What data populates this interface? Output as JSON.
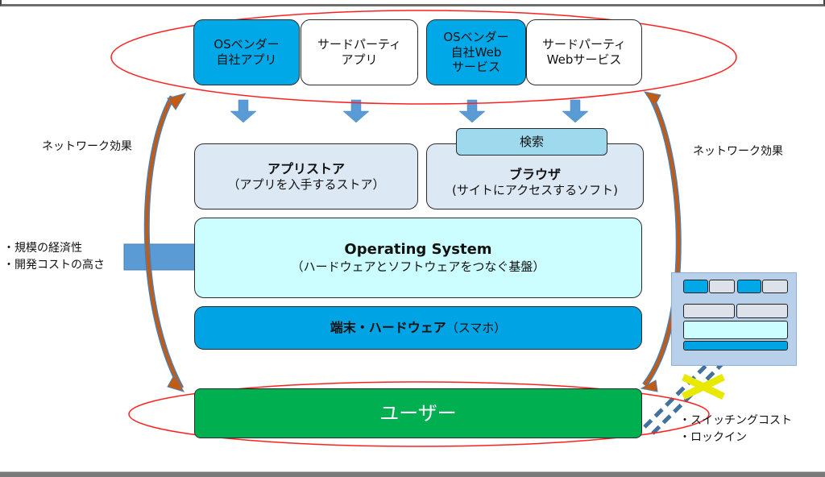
{
  "diagram": {
    "top_apps": [
      {
        "line1": "OSベンダー",
        "line2": "自社アプリ",
        "line3": "",
        "kind": "vendor"
      },
      {
        "line1": "サードパーティ",
        "line2": "アプリ",
        "line3": "",
        "kind": "third"
      },
      {
        "line1": "OSベンダー",
        "line2": "自社Web",
        "line3": "サービス",
        "kind": "vendor"
      },
      {
        "line1": "サードパーティ",
        "line2": "Webサービス",
        "line3": "",
        "kind": "third"
      }
    ],
    "app_store": {
      "title": "アプリストア",
      "subtitle": "（アプリを入手するストア）"
    },
    "browser": {
      "title": "ブラウザ",
      "subtitle": "(サイトにアクセスするソフト)",
      "search_tab": "検索"
    },
    "os": {
      "title": "Operating System",
      "subtitle": "（ハードウェアとソフトウェアをつなぐ基盤）"
    },
    "hardware": {
      "title": "端末・ハードウェア",
      "subtitle": "（スマホ）"
    },
    "user": {
      "label": "ユーザー"
    },
    "left_network_effect": "ネットワーク効果",
    "right_network_effect": "ネットワーク効果",
    "left_factors": [
      "・規模の経済性",
      "・開発コストの高さ"
    ],
    "right_factors": [
      "・スイッチングコスト",
      "・ロックイン"
    ],
    "colors": {
      "vendor_blue": "#00a8e8",
      "os_cyan": "#ccfdff",
      "user_green": "#00b050",
      "ellipse_red": "#ff2020",
      "arrow_blue": "#5b9bd5",
      "network_arrow_brown": "#c55a11",
      "cross_yellow": "#ffff44"
    }
  }
}
